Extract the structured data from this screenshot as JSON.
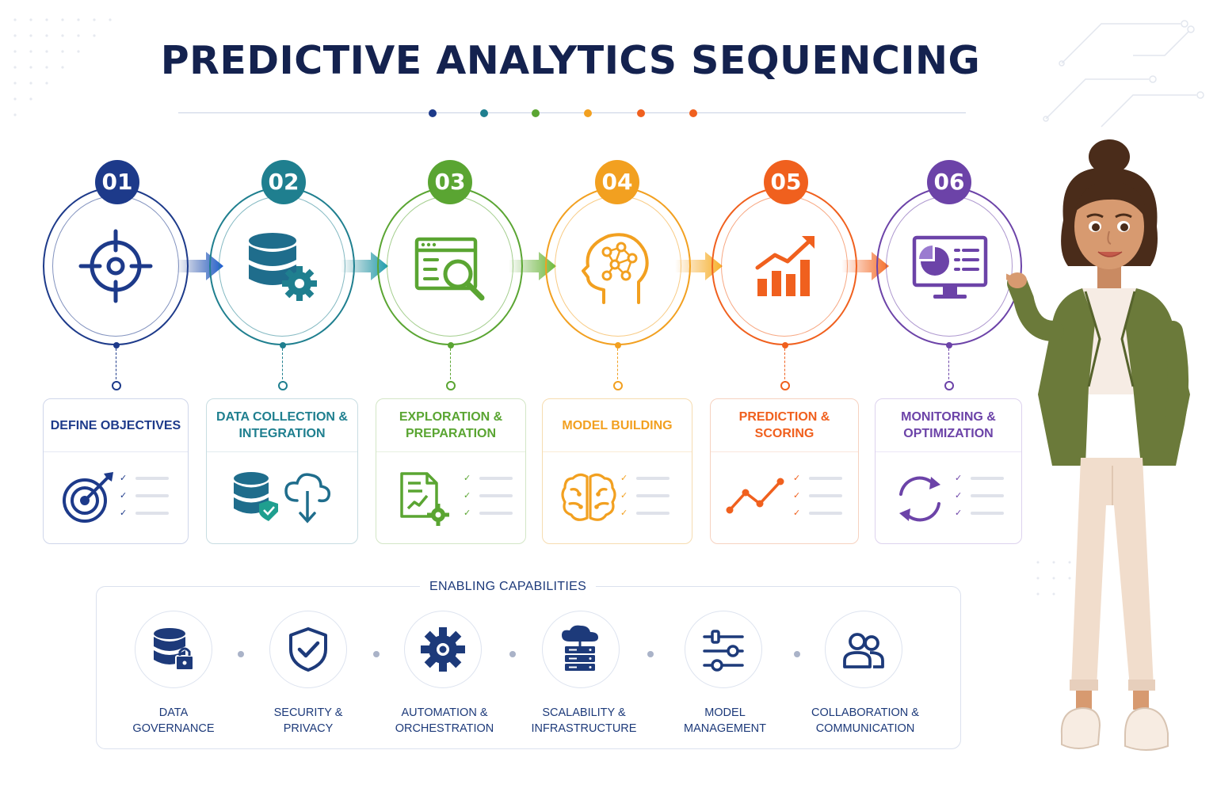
{
  "title": "PREDICTIVE ANALYTICS SEQUENCING",
  "colors": {
    "navy": "#14224f",
    "step1": "#1d3a8a",
    "step2": "#1f7f8f",
    "step3": "#5aa532",
    "step4": "#f2a020",
    "step5": "#f0601e",
    "step6": "#6c43a8",
    "capability_icon": "#1d3a7a"
  },
  "steps": [
    {
      "number": "01",
      "title": "DEFINE OBJECTIVES",
      "icon": "crosshair-target-icon",
      "detail_icon": "bullseye-arrow-icon"
    },
    {
      "number": "02",
      "title": "DATA COLLECTION & INTEGRATION",
      "icon": "database-gear-icon",
      "detail_icon": "database-shield-cloud-download-icon"
    },
    {
      "number": "03",
      "title": "EXPLORATION & PREPARATION",
      "icon": "window-magnifier-icon",
      "detail_icon": "document-chart-gear-icon"
    },
    {
      "number": "04",
      "title": "MODEL BUILDING",
      "icon": "head-neural-network-icon",
      "detail_icon": "brain-icon"
    },
    {
      "number": "05",
      "title": "PREDICTION & SCORING",
      "icon": "bar-chart-trend-up-icon",
      "detail_icon": "line-trend-icon"
    },
    {
      "number": "06",
      "title": "MONITORING & OPTIMIZATION",
      "icon": "monitor-pie-chart-icon",
      "detail_icon": "refresh-cycle-icon"
    }
  ],
  "capabilities": {
    "heading": "ENABLING CAPABILITIES",
    "items": [
      {
        "label_1": "DATA",
        "label_2": "GOVERNANCE",
        "icon": "database-lock-icon"
      },
      {
        "label_1": "SECURITY &",
        "label_2": "PRIVACY",
        "icon": "shield-check-icon"
      },
      {
        "label_1": "AUTOMATION &",
        "label_2": "ORCHESTRATION",
        "icon": "gear-icon"
      },
      {
        "label_1": "SCALABILITY &",
        "label_2": "INFRASTRUCTURE",
        "icon": "cloud-server-icon"
      },
      {
        "label_1": "MODEL",
        "label_2": "MANAGEMENT",
        "icon": "sliders-icon"
      },
      {
        "label_1": "COLLABORATION &",
        "label_2": "COMMUNICATION",
        "icon": "users-icon"
      }
    ]
  }
}
